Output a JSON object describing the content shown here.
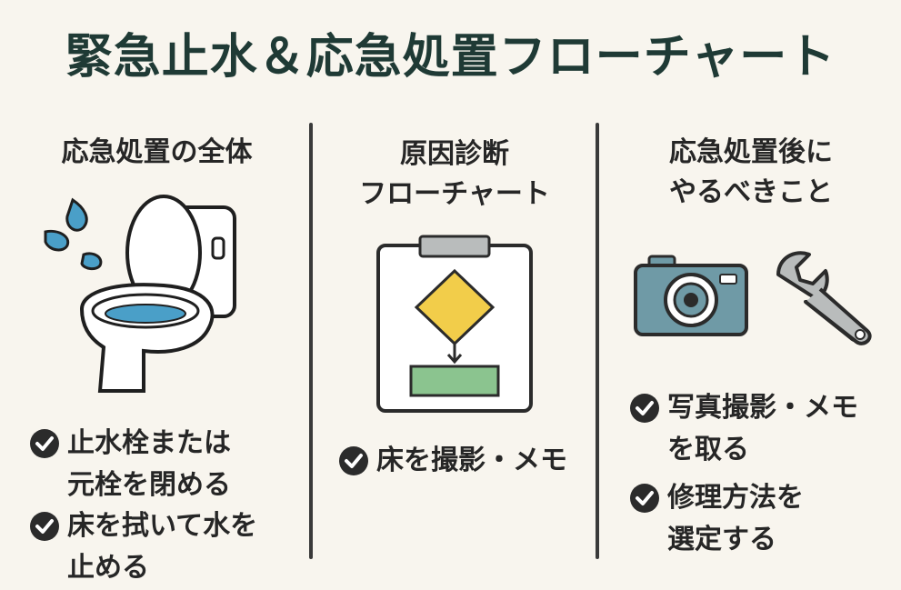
{
  "title": "緊急止水＆応急処置フローチャート",
  "columns": [
    {
      "title": "応急処置の全体",
      "illustration_icon": "toilet-water-splash-icon",
      "items": [
        "止水栓または\n元栓を閉める",
        "床を拭いて水を\n止める"
      ]
    },
    {
      "title": "原因診断\nフローチャート",
      "illustration_icon": "flowchart-clipboard-icon",
      "items": [
        "床を撮影・メモ"
      ]
    },
    {
      "title": "応急処置後に\nやるべきこと",
      "illustration_icons": [
        "camera-icon",
        "wrench-icon"
      ],
      "items": [
        "写真撮影・メモ\nを取る",
        "修理方法を\n選定する"
      ]
    }
  ],
  "colors": {
    "title": "#1f3a35",
    "check_circle": "#2b2b2b",
    "diamond": "#f2cd4a",
    "flow_box": "#8bc48f",
    "camera": "#6f9aa6",
    "water": "#4a9fc8",
    "background": "#f8f5ee"
  }
}
